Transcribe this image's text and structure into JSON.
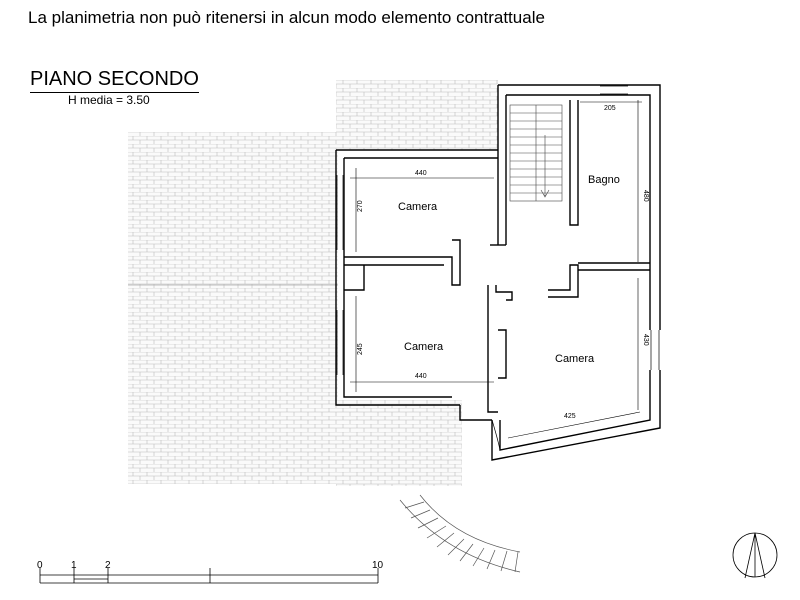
{
  "disclaimer": "La planimetria non può ritenersi in alcun modo elemento contrattuale",
  "plan": {
    "title": "PIANO SECONDO",
    "subtitle": "H media = 3.50"
  },
  "rooms": {
    "camera_top": "Camera",
    "camera_bottom": "Camera",
    "camera_right": "Camera",
    "bagno": "Bagno"
  },
  "dimensions": {
    "camera_top_width": "440",
    "camera_top_depth": "270",
    "camera_bottom_width": "440",
    "camera_bottom_depth": "245",
    "bagno_width": "205",
    "bagno_depth": "480",
    "camera_right_width": "425",
    "camera_right_depth": "430"
  },
  "scale_bar": {
    "ticks": [
      "0",
      "1",
      "2",
      "5",
      "10"
    ]
  },
  "icons": {
    "north_arrow": "north-arrow-icon"
  }
}
